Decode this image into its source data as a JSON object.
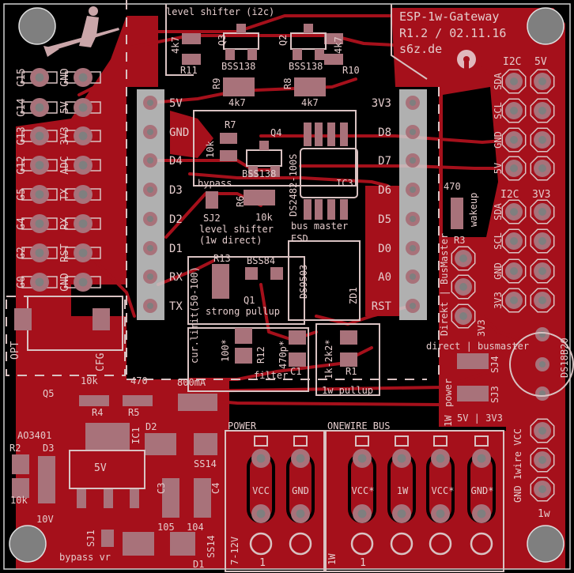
{
  "colors": {
    "copper": "#a5101b",
    "background": "#000000",
    "silkscreen": "#e4cccc",
    "pad": "#a8727a",
    "drill": "#7f7f7f",
    "esp_overlay": "#c8c8c8"
  },
  "board": {
    "title": "ESP-1w-Gateway",
    "revision": "R1.2 / 02.11.16",
    "website": "s6z.de",
    "logos": [
      "witch-logo",
      "open-hardware-gear-logo"
    ]
  },
  "left_header": {
    "left_labels": [
      "G15",
      "G14",
      "G13",
      "G12",
      "G5",
      "G4",
      "G2",
      "G0"
    ],
    "right_labels": [
      "GND",
      "5V",
      "3V3",
      "ADC",
      "TX",
      "RX",
      "RST",
      "GND"
    ]
  },
  "esp_module": {
    "left_pins": [
      "5V",
      "GND",
      "D4",
      "D3",
      "D2",
      "D1",
      "RX",
      "TX"
    ],
    "right_pins": [
      "3V3",
      "D8",
      "D7",
      "D6",
      "D5",
      "D0",
      "A0",
      "RST"
    ]
  },
  "i2c_5v": {
    "title_left": "I2C",
    "title_right": "5V",
    "pins": [
      "SDA",
      "SCL",
      "GND",
      "5V"
    ]
  },
  "i2c_3v3": {
    "title_left": "I2C",
    "title_right": "3V3",
    "pins": [
      "SDA",
      "SCL",
      "GND",
      "3V3"
    ]
  },
  "labels": {
    "level_shifter_i2c": "level shifter (i2c)",
    "r11_val": "4k7",
    "r11": "R11",
    "q3": "Q3",
    "q3_val": "BSS138",
    "r9": "R9",
    "r9_val": "4k7",
    "q2": "Q2",
    "q2_val": "BSS138",
    "r8": "R8",
    "r8_val": "4k7",
    "r10_val": "4k7",
    "r10": "R10",
    "r7": "R7",
    "r7_val": "10k",
    "q4": "Q4",
    "q4_val": "BSS138",
    "bypass": "bypass",
    "r6": "R6",
    "r6_val": "10k",
    "sj2": "SJ2",
    "level_shifter": "level shifter",
    "one_w_direct": "(1w direct)",
    "r13": "R13",
    "q1_val": "BSS84",
    "q1": "Q1",
    "cur_limit": "cur.limit(50-100)",
    "strong_pullup": "strong pullup",
    "r12_val": "100*",
    "r12": "R12",
    "c1_val": "470p*",
    "filter": "filter",
    "c1": "C1",
    "esd": "ESD",
    "ds9503": "DS9503",
    "zd1": "ZD1",
    "r1_val": "1k-2k2*",
    "r1": "R1",
    "one_w_pullup": "1w pullup",
    "ic3_val": "DS2482-100S",
    "ic3": "IC3",
    "bus_master": "bus master",
    "r3_val": "470",
    "wakeup": "wakeup",
    "r3": "R3",
    "direkt_busmaster": "Direkt | BusMaster",
    "jp_3v3": "3V3",
    "direct_busmaster": "direct | busmaster",
    "sj4": "SJ4",
    "ds18b20": "DS18B20",
    "power": "power",
    "sj3": "SJ3",
    "sj3_1w": "1W",
    "sj3_sel": "5V | 3V3",
    "onewire_header": "GND 1wire VCC",
    "onewire_header_name": "1w",
    "opt": "OPT",
    "cfg": "CFG",
    "r4_val": "10k",
    "r5_val": "470",
    "fuse_val": "800mA",
    "r4": "R4",
    "r5": "R5",
    "q5": "Q5",
    "q5_val": "AO3401",
    "r2": "R2",
    "d3": "D3",
    "ic1": "IC1",
    "d2": "D2",
    "d2_val": "SS14",
    "ic1_val": "5V",
    "c3": "C3",
    "c4": "C4",
    "r2_val": "10k",
    "d3_val": "10V",
    "c3_val": "105",
    "c4_val": "104",
    "sj1": "SJ1",
    "bypass_vr": "bypass vr",
    "d1_val": "SS14",
    "d1": "D1"
  },
  "terminals": {
    "power_label": "POWER",
    "onewire_label": "ONEWIRE BUS",
    "power": [
      "VCC",
      "GND"
    ],
    "onewire": [
      "VCC*",
      "1W",
      "VCC*",
      "GND*"
    ],
    "power_voltage": "7-12V",
    "power_pin1": "1",
    "onewire_side": "1W",
    "onewire_pin1": "1"
  }
}
